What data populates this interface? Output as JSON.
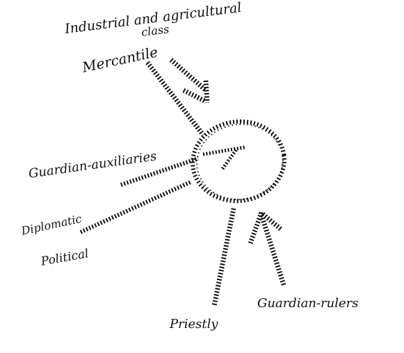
{
  "diagram": {
    "labels": {
      "industrial": "Industrial and agricultural",
      "class": "class",
      "mercantile": "Mercantile",
      "guardian_auxiliaries": "Guardian-auxiliaries",
      "diplomatic": "Diplomatic",
      "political": "Political",
      "priestly": "Priestly",
      "guardian_rulers": "Guardian-rulers"
    },
    "colors": {
      "ink": "#111111",
      "background": "#ffffff"
    }
  }
}
